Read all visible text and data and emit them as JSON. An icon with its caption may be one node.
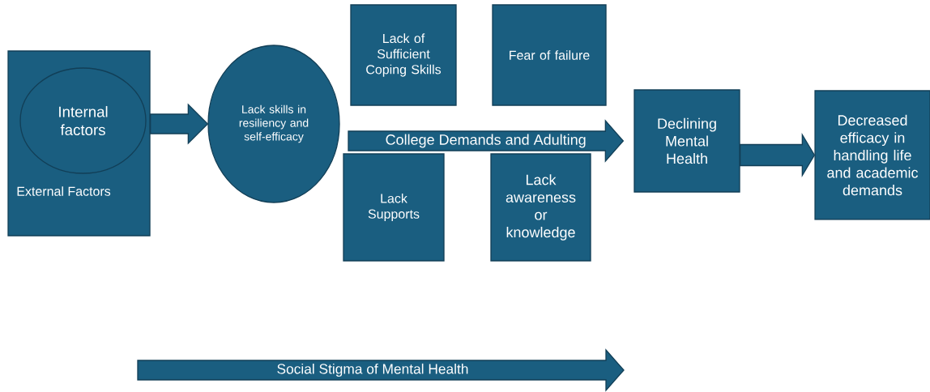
{
  "diagram": {
    "nodes": [
      {
        "text": [
          "External Factors"
        ]
      },
      {
        "text": [
          "Internal factors"
        ],
        "in": 0
      },
      {
        "text": [
          "Lack skills in resiliency and self-efficacy"
        ]
      },
      {
        "text": [
          "Lack of Sufficient Coping Skills"
        ]
      },
      {
        "text": [
          "Fear of failure"
        ]
      },
      {
        "text": [
          "Lack Supports"
        ]
      },
      {
        "text": [
          "Lack awareness or knowledge"
        ]
      },
      {
        "text": [
          "Declining Mental Health"
        ]
      },
      {
        "text": [
          "Decreased efficacy in handling life and academic demands"
        ]
      },
      {
        "text": [
          "Social Stigma of Mental Health"
        ]
      }
    ],
    "edges": [
      {
        "from": 0,
        "to": 2,
        "arrow": "to"
      },
      {
        "from": null,
        "to": 7,
        "arrow": "to",
        "label": "College Demands and Adulting"
      },
      {
        "from": 7,
        "to": 8,
        "arrow": "to"
      }
    ]
  }
}
